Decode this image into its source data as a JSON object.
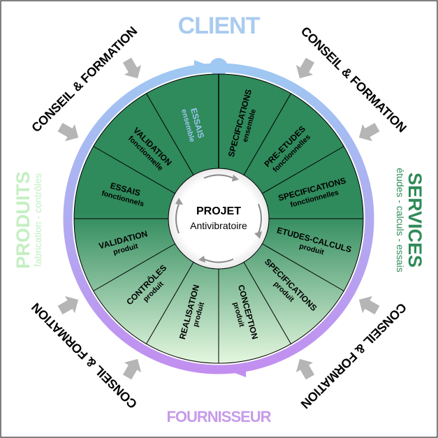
{
  "top_label": "CLIENT",
  "bottom_label": "FOURNISSEUR",
  "left_label": {
    "main": "PRODUITS",
    "sub": "fabrication - contrôles"
  },
  "right_label": {
    "main": "SERVICES",
    "sub": "études - calculs - essais"
  },
  "corner_label": "CONSEIL & FORMATION",
  "center": {
    "line1": "PROJET",
    "line2": "Antivibratoire"
  },
  "segments": [
    {
      "main": "SPECIFICATIONS",
      "sub": "ensemble"
    },
    {
      "main": "PRE-ETUDES",
      "sub": "fonctionnelles"
    },
    {
      "main": "SPECIFICATIONS",
      "sub": "fonctionnelles"
    },
    {
      "main": "ETUDES-CALCULS",
      "sub": "produit"
    },
    {
      "main": "SPECIFICATIONS",
      "sub": "produit"
    },
    {
      "main": "CONCEPTION",
      "sub": "produit"
    },
    {
      "main": "REALISATION",
      "sub": "produit"
    },
    {
      "main": "CONTRÔLES",
      "sub": "produit"
    },
    {
      "main": "VALIDATION",
      "sub": "produit"
    },
    {
      "main": "ESSAIS",
      "sub": "fonctionnels"
    },
    {
      "main": "VALIDATION",
      "sub": "fonctionnelle"
    },
    {
      "main": "ESSAIS",
      "sub": "ensemble"
    }
  ],
  "colors": {
    "client": "#a9cbef",
    "fournisseur": "#c79be9",
    "produits": "#c4efc2",
    "services": "#2e8b57",
    "segment_dark": "#2f8a5c",
    "segment_light": "#e7f8e2",
    "essais_ensemble_text": "#9cc6ef"
  }
}
